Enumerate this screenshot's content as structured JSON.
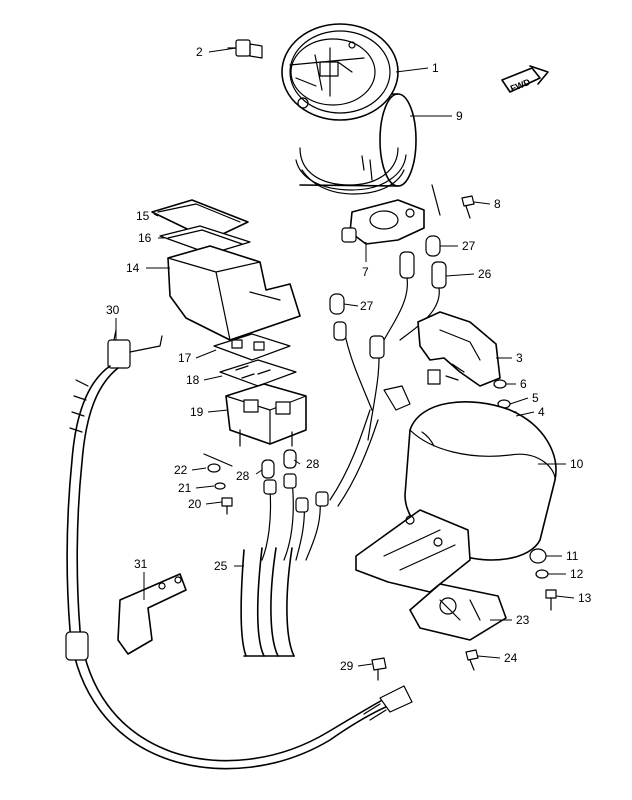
{
  "diagram": {
    "fwd_mark": "FWD",
    "callouts": [
      {
        "id": "c1",
        "text": "1"
      },
      {
        "id": "c2",
        "text": "2"
      },
      {
        "id": "c3",
        "text": "3"
      },
      {
        "id": "c4",
        "text": "4"
      },
      {
        "id": "c5",
        "text": "5"
      },
      {
        "id": "c6",
        "text": "6"
      },
      {
        "id": "c7",
        "text": "7"
      },
      {
        "id": "c8",
        "text": "8"
      },
      {
        "id": "c9",
        "text": "9"
      },
      {
        "id": "c10",
        "text": "10"
      },
      {
        "id": "c11",
        "text": "11"
      },
      {
        "id": "c12",
        "text": "12"
      },
      {
        "id": "c13",
        "text": "13"
      },
      {
        "id": "c14",
        "text": "14"
      },
      {
        "id": "c15",
        "text": "15"
      },
      {
        "id": "c16",
        "text": "16"
      },
      {
        "id": "c17",
        "text": "17"
      },
      {
        "id": "c18",
        "text": "18"
      },
      {
        "id": "c19",
        "text": "19"
      },
      {
        "id": "c20",
        "text": "20"
      },
      {
        "id": "c21",
        "text": "21"
      },
      {
        "id": "c22",
        "text": "22"
      },
      {
        "id": "c23",
        "text": "23"
      },
      {
        "id": "c24",
        "text": "24"
      },
      {
        "id": "c25",
        "text": "25"
      },
      {
        "id": "c26",
        "text": "26"
      },
      {
        "id": "c27a",
        "text": "27"
      },
      {
        "id": "c27b",
        "text": "27"
      },
      {
        "id": "c28a",
        "text": "28"
      },
      {
        "id": "c28b",
        "text": "28"
      },
      {
        "id": "c29",
        "text": "29"
      },
      {
        "id": "c30",
        "text": "30"
      },
      {
        "id": "c31",
        "text": "31"
      }
    ]
  }
}
